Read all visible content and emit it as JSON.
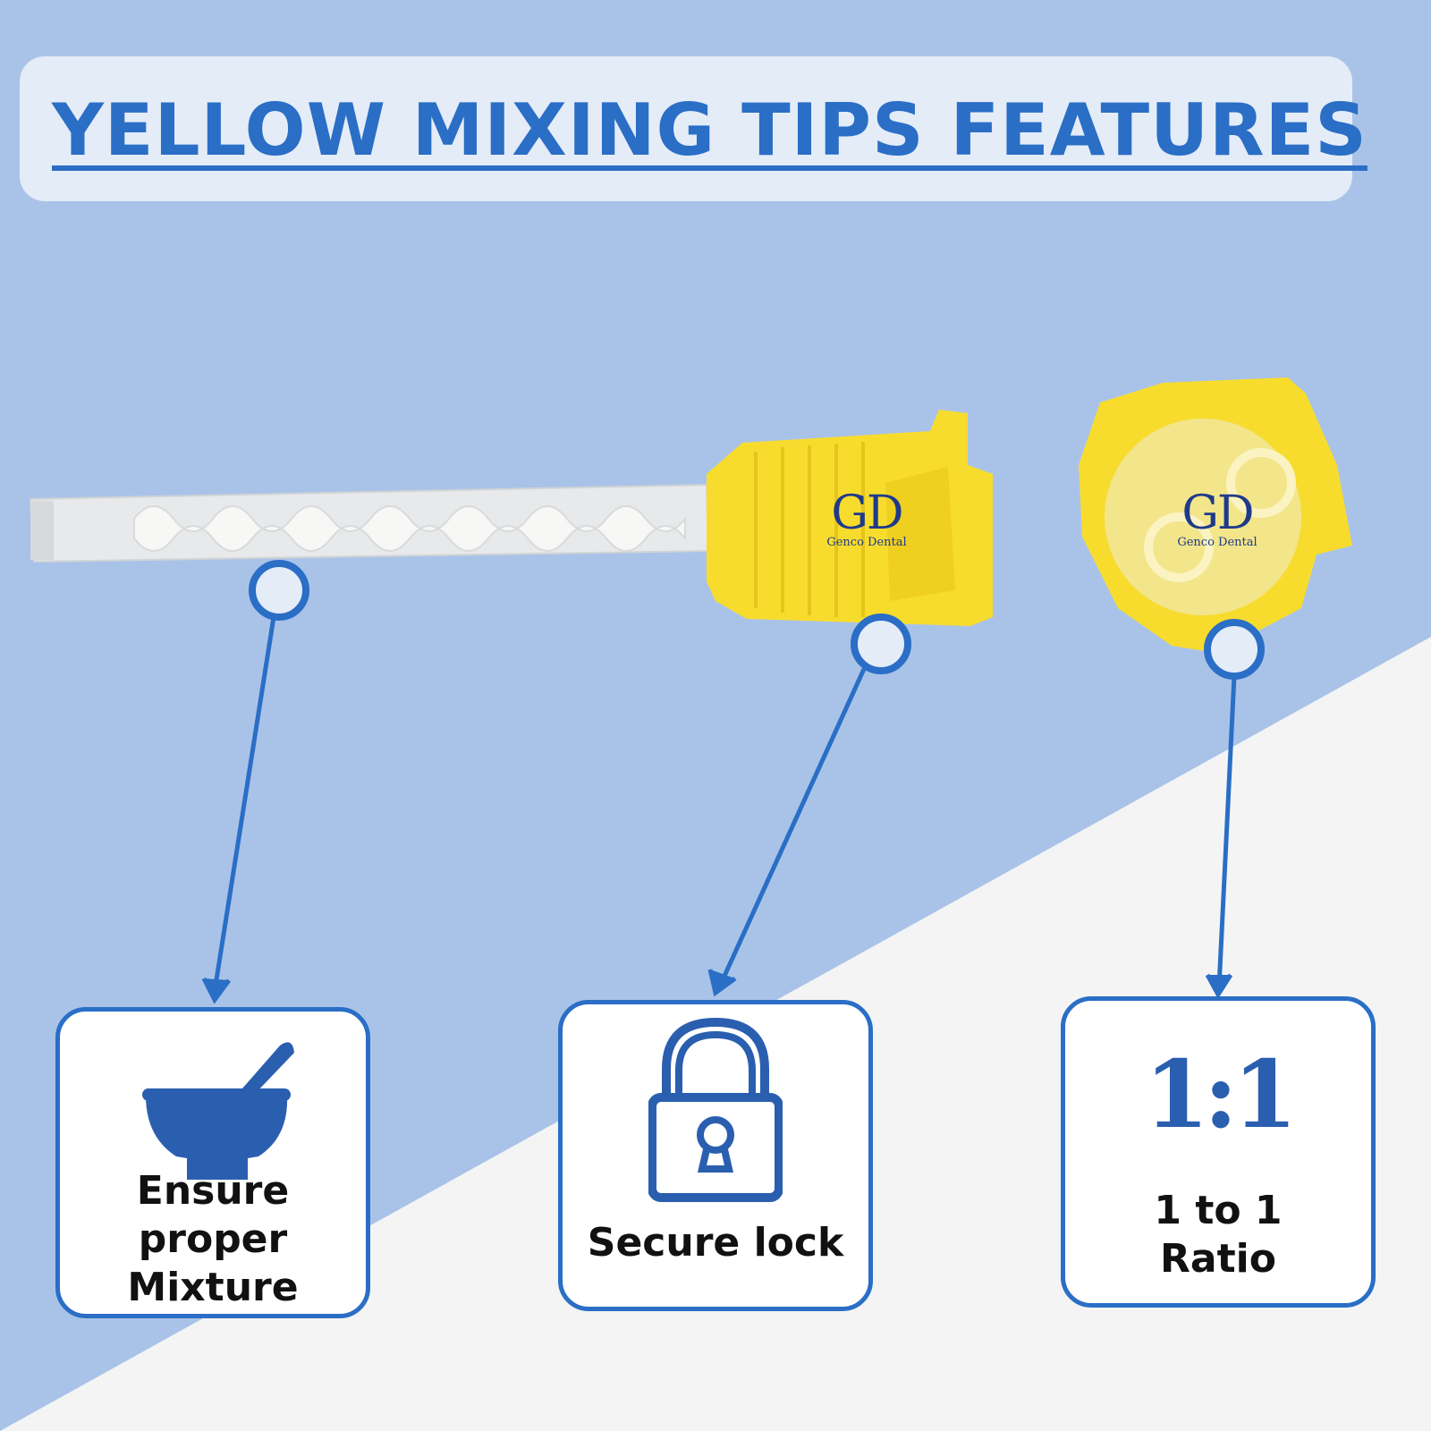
{
  "title": "YELLOW MIXING TIPS FEATURES",
  "colors": {
    "accent": "#2a6ec6",
    "background_blue": "#a9c3e8",
    "background_light": "#f4f4f4",
    "tip_yellow": "#f7dc2e",
    "text_dark": "#111111"
  },
  "brand": {
    "monogram": "GD",
    "name": "Genco Dental"
  },
  "features": [
    {
      "icon": "mortar-pestle-icon",
      "lines": [
        "Ensure",
        "proper",
        "Mixture"
      ]
    },
    {
      "icon": "padlock-icon",
      "lines": [
        "Secure lock"
      ]
    },
    {
      "icon": "ratio-icon",
      "ratio": "1:1",
      "lines": [
        "1 to 1",
        "Ratio"
      ]
    }
  ]
}
